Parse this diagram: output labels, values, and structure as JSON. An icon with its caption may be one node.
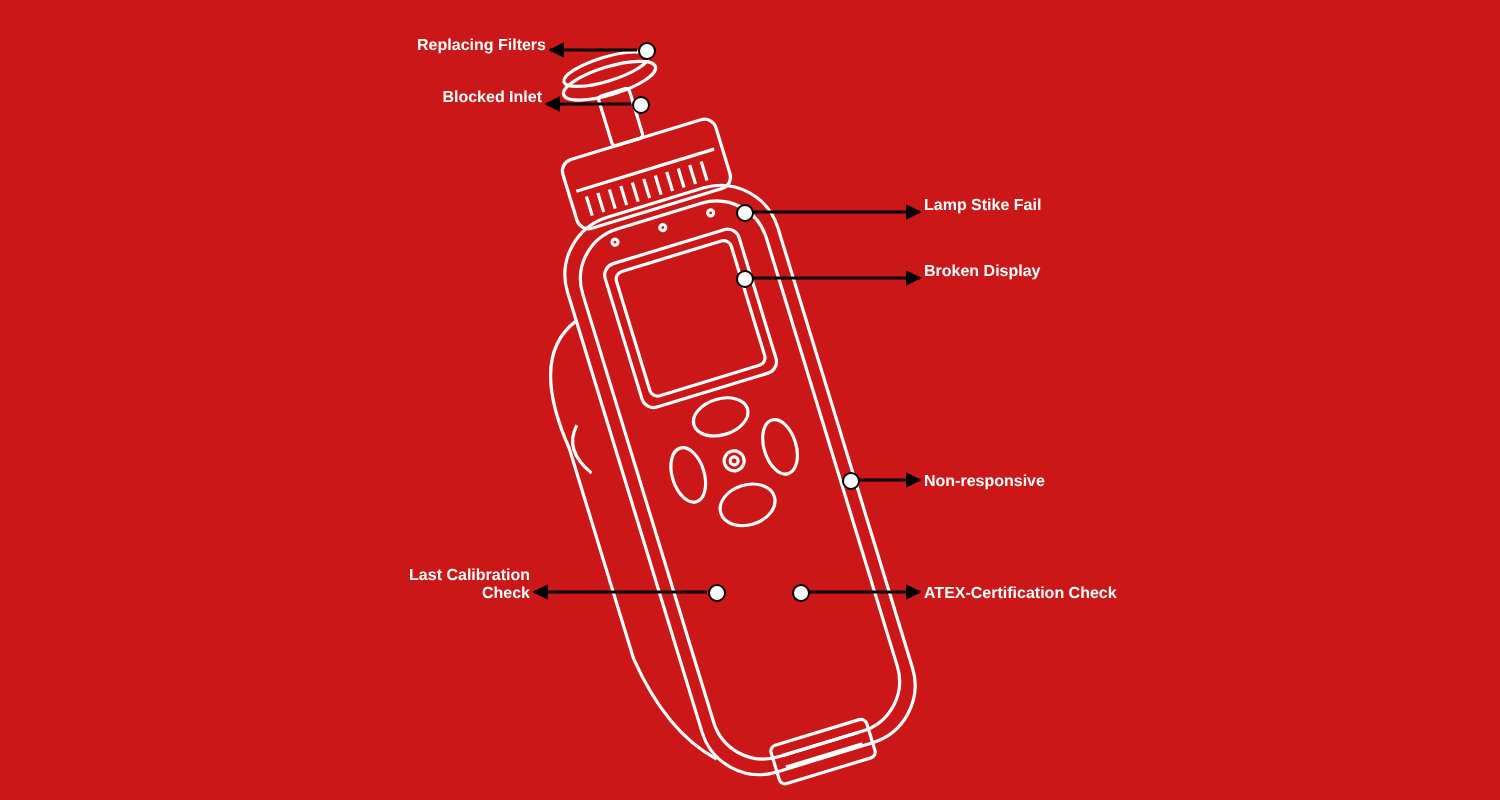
{
  "diagram": {
    "nodes": [
      {
        "text": [
          "Replacing Filters"
        ]
      },
      {
        "text": [],
        "shape": "circle"
      },
      {
        "text": [
          "Blocked Inlet"
        ]
      },
      {
        "text": [],
        "shape": "circle"
      },
      {
        "text": [
          "Lamp Stike Fail"
        ]
      },
      {
        "text": [],
        "shape": "circle"
      },
      {
        "text": [
          "Broken Display"
        ]
      },
      {
        "text": [],
        "shape": "circle"
      },
      {
        "text": [
          "Non-responsive"
        ]
      },
      {
        "text": [],
        "shape": "circle"
      },
      {
        "text": [
          "Last Calibration Check"
        ]
      },
      {
        "text": [],
        "shape": "circle"
      },
      {
        "text": [
          "ATEX-Certification Check"
        ]
      },
      {
        "text": [],
        "shape": "circle"
      }
    ],
    "edges": [
      {
        "from": 1,
        "to": 0,
        "arrow": "to"
      },
      {
        "from": 3,
        "to": 2,
        "arrow": "to"
      },
      {
        "from": 5,
        "to": 4,
        "arrow": "to"
      },
      {
        "from": 7,
        "to": 6,
        "arrow": "to"
      },
      {
        "from": 9,
        "to": 8,
        "arrow": "to"
      },
      {
        "from": 11,
        "to": 10,
        "arrow": "to"
      },
      {
        "from": 13,
        "to": 12,
        "arrow": "to"
      }
    ]
  }
}
